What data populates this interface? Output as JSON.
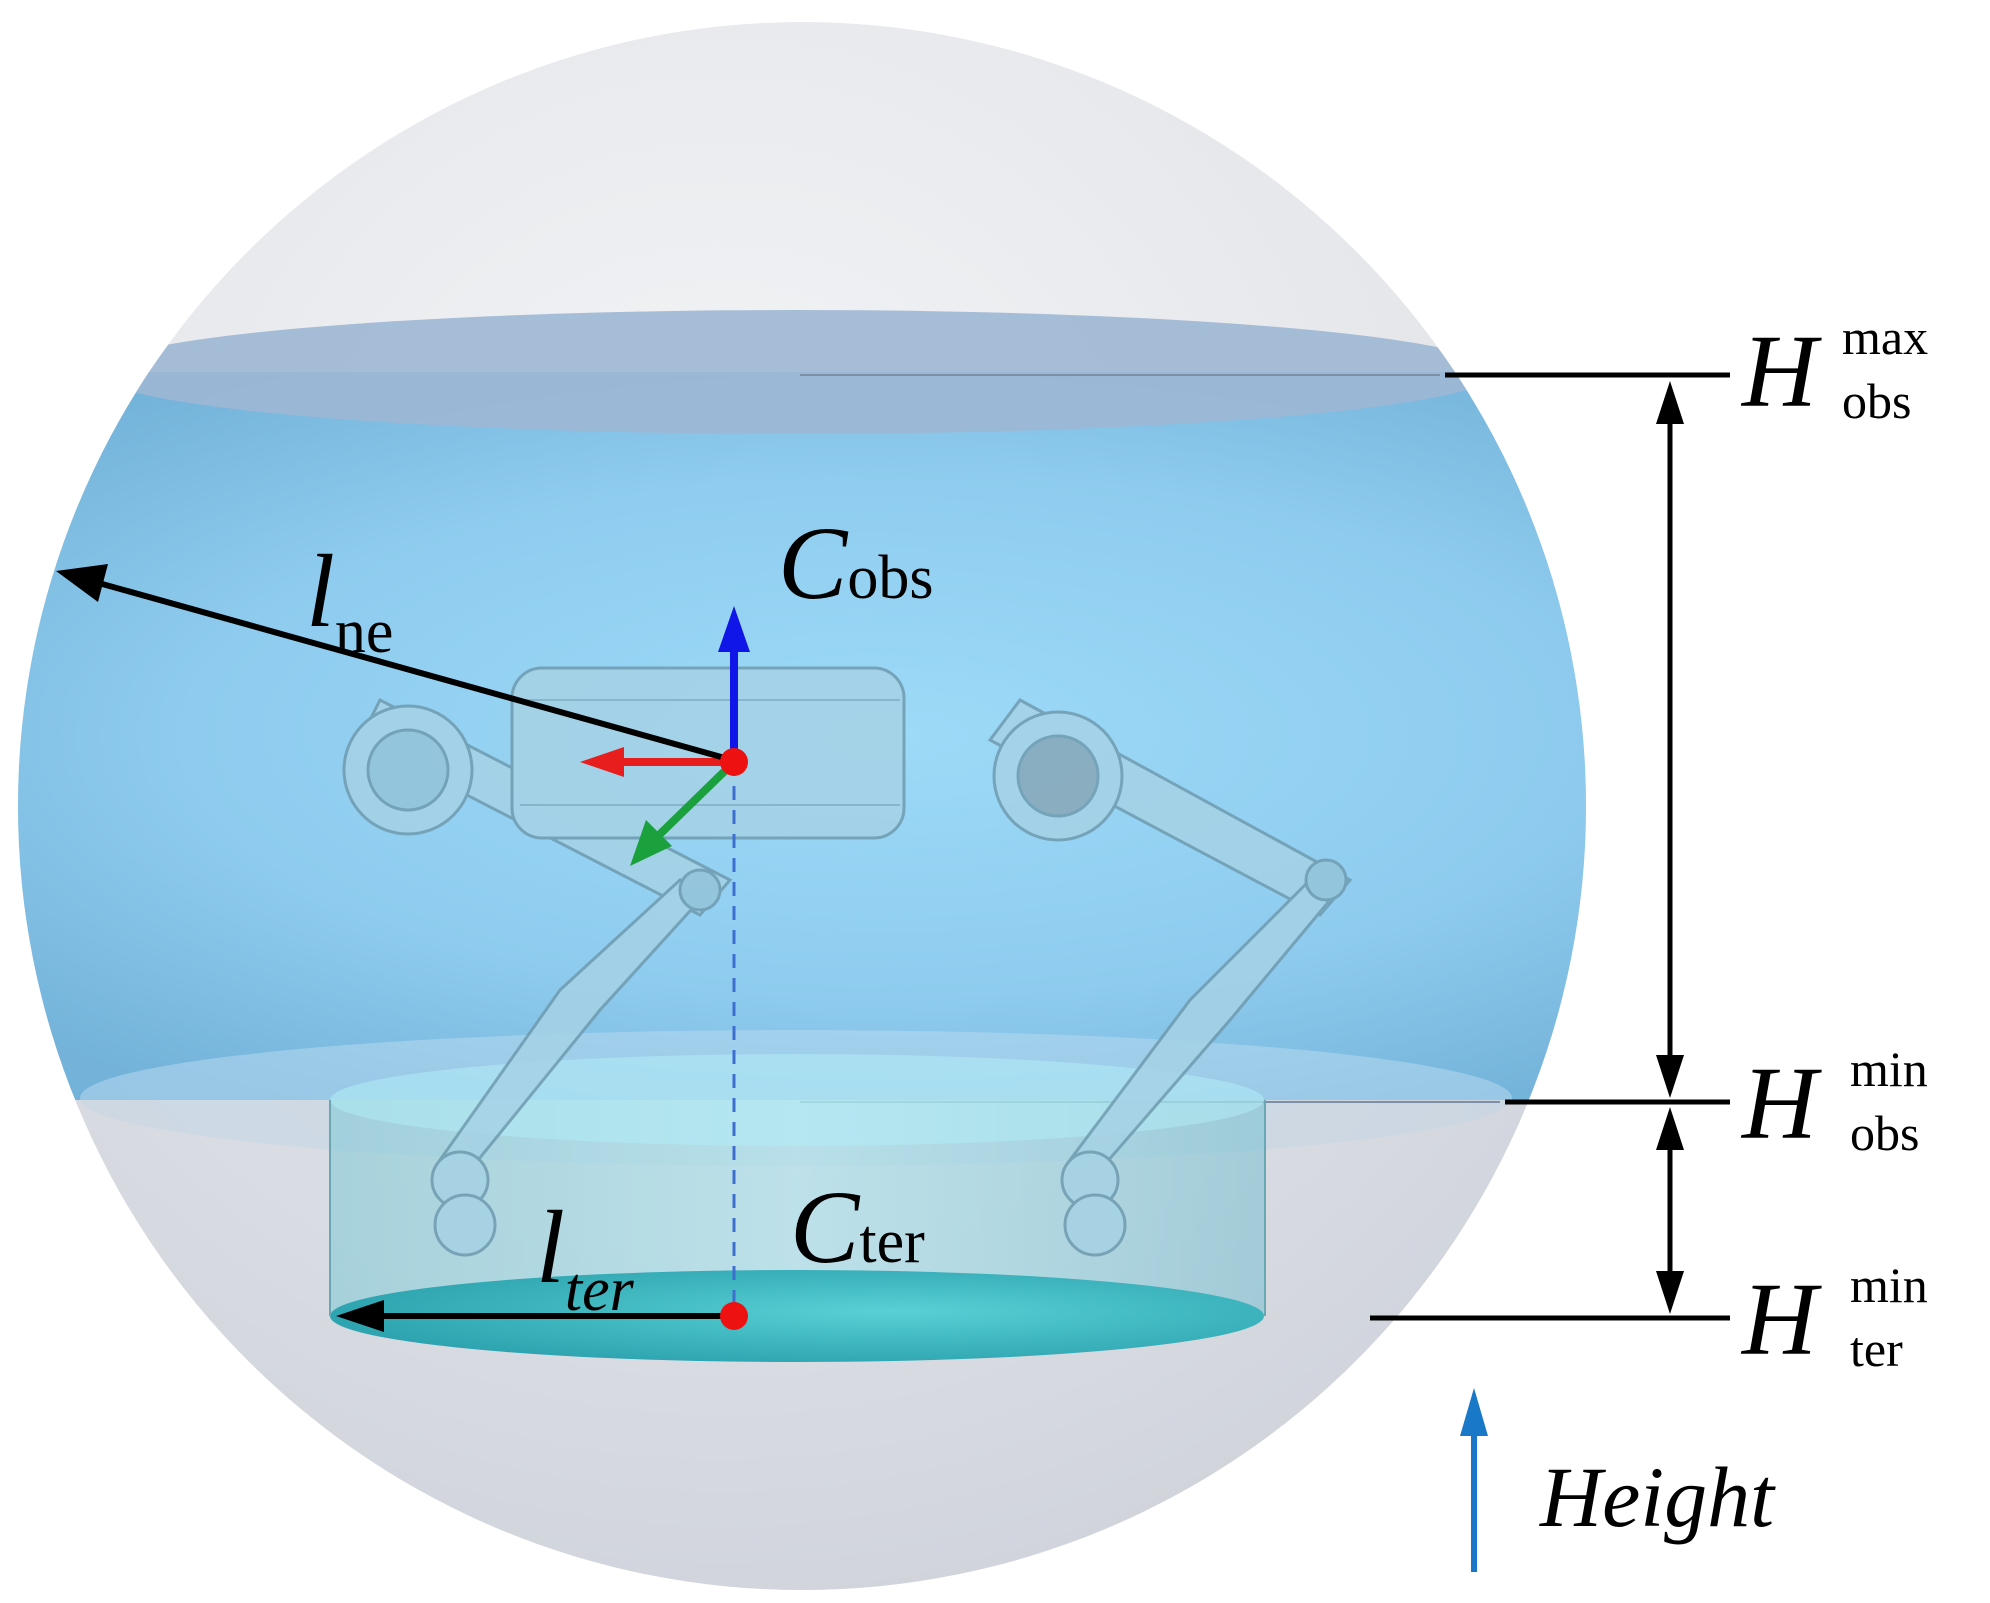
{
  "labels": {
    "c_obs": {
      "main": "C",
      "sub": "obs"
    },
    "l_ne": {
      "main": "l",
      "sub": "ne"
    },
    "c_ter": {
      "main": "C",
      "sub": "ter"
    },
    "l_ter": {
      "main": "l",
      "sub": "ter"
    },
    "h_obs_max": {
      "main": "H",
      "sup": "max",
      "sub": "obs"
    },
    "h_obs_min": {
      "main": "H",
      "sup": "min",
      "sub": "obs"
    },
    "h_ter_min": {
      "main": "H",
      "sup": "min",
      "sub": "ter"
    },
    "height": "Height"
  },
  "colors": {
    "sphere_outer": "#e2e4e8",
    "observation_band": "#8ccdef",
    "terrain_cylinder": "#82d8e0",
    "axis_x": "#e81d1d",
    "axis_y": "#1aa03c",
    "axis_z": "#1016e8",
    "center_point": "#ee1111",
    "height_arrow": "#1a78c8",
    "robot_body": "#a8d4e8"
  }
}
